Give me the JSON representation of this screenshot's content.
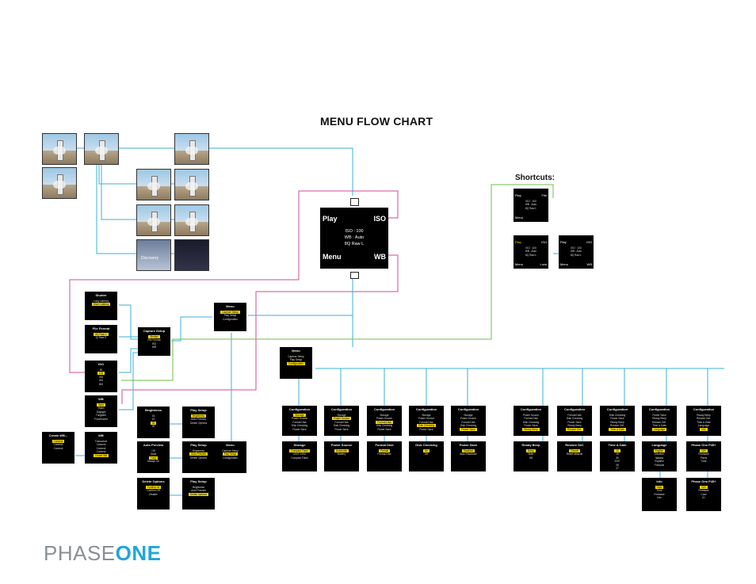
{
  "title": "MENU FLOW CHART",
  "shortcuts_title": "Shortcuts:",
  "logo": {
    "part1": "PHASE",
    "part2": "ONE"
  },
  "main_screen": {
    "top_left": "Play",
    "top_right": "ISO",
    "bottom_left": "Menu",
    "bottom_right": "WB",
    "lines": [
      "ISO : 100",
      "WB : Auto",
      "8Q Raw L"
    ]
  },
  "photo_screens": {
    "flag_caption": "Discovery"
  },
  "left_menus": {
    "shutter": {
      "title": "Shutter",
      "items": [
        "Long Latency",
        "Short Latency"
      ]
    },
    "file_format": {
      "title": "File Format",
      "items": [
        "8Q Raw L",
        "IQ Raw S"
      ]
    },
    "iso": {
      "title": "ISO",
      "items": [
        "50",
        "100",
        "200",
        "400",
        "800"
      ]
    },
    "wb": {
      "title": "WB",
      "items": [
        "Auto",
        "Flash",
        "Daylight",
        "Tungsten",
        "Fluorescent"
      ]
    },
    "capture_setup": {
      "title": "Capture Setup",
      "items": [
        "Shutter",
        "File Format",
        "ISO",
        "WB"
      ]
    },
    "menu_top": {
      "title": "Menu",
      "items": [
        "Capture Setup",
        "Play Setup",
        "Configuration"
      ]
    },
    "create_wb": {
      "title": "Create WB...",
      "items": [
        "Connect",
        "Connect",
        "Connect"
      ]
    },
    "wb2": {
      "title": "WB",
      "items": [
        "Transceive",
        "Connect",
        "Connect",
        "Connect",
        "Create WB"
      ]
    }
  },
  "play_menus": {
    "brightness": {
      "title": "Brightness",
      "items": [
        "15",
        "10",
        "05",
        "00"
      ]
    },
    "play_setup_1": {
      "title": "Play Setup",
      "items": [
        "Brightness",
        "Auto Preview",
        "Delete Options"
      ]
    },
    "auto_preview": {
      "title": "Auto Preview",
      "items": [
        "Off",
        "Short",
        "Long",
        "Always On"
      ]
    },
    "play_setup_2": {
      "title": "Play Setup",
      "items": [
        "Brightness",
        "Auto Preview",
        "Delete Options"
      ]
    },
    "delete_options": {
      "title": "Delete Options",
      "items": [
        "Confirm All",
        "Confirm Off",
        "Disable"
      ]
    },
    "play_setup_3": {
      "title": "Play Setup",
      "items": [
        "Brightness",
        "Auto Preview",
        "Delete Options"
      ]
    },
    "menu_mid": {
      "title": "Menu",
      "items": [
        "Capture Setup",
        "Play Setup",
        "Configuration"
      ]
    }
  },
  "menu_center": {
    "title": "Menu",
    "items": [
      "Capture Setup",
      "Play Setup",
      "Configuration"
    ]
  },
  "configuration": [
    {
      "title": "Configuration",
      "items": [
        "Storage",
        "Power Source",
        "Format Disk",
        "Disk Checking",
        "Power Save"
      ]
    },
    {
      "title": "Configuration",
      "items": [
        "Storage",
        "Power Source",
        "Format Disk",
        "Disk Checking",
        "Power Save"
      ]
    },
    {
      "title": "Configuration",
      "items": [
        "Storage",
        "Power Source",
        "Format Disk",
        "Disk Checking",
        "Power Save"
      ]
    },
    {
      "title": "Configuration",
      "items": [
        "Storage",
        "Power Source",
        "Format Disk",
        "Disk Checking",
        "Power Save"
      ]
    },
    {
      "title": "Configuration",
      "items": [
        "Storage",
        "Power Source",
        "Format Disk",
        "Disk Checking",
        "Power Save"
      ]
    },
    {
      "title": "Configuration",
      "items": [
        "Power Source",
        "Format Disk",
        "Disk Checking",
        "Power Save",
        "Ready Beep"
      ]
    },
    {
      "title": "Configuration",
      "items": [
        "Format Disk",
        "Disk Checking",
        "Power Save",
        "Ready Beep",
        "Restore Def."
      ]
    },
    {
      "title": "Configuration",
      "items": [
        "Disk Checking",
        "Power Save",
        "Ready Beep",
        "Restore Def.",
        "Time & Date"
      ]
    },
    {
      "title": "Configuration",
      "items": [
        "Power Save",
        "Ready Beep",
        "Restore Def.",
        "Time & Date",
        "Language"
      ]
    },
    {
      "title": "Configuration",
      "items": [
        "Ready Beep",
        "Restore Def.",
        "Time & Date",
        "Language",
        "Info"
      ]
    }
  ],
  "config_sub": [
    {
      "title": "Storage",
      "items": [
        "Compact Flash",
        "IEEE 1394",
        "Compact Flash"
      ]
    },
    {
      "title": "Power Source",
      "items": [
        "Automatic",
        "Battery"
      ]
    },
    {
      "title": "Format Disk",
      "items": [
        "Format",
        "Format Disk"
      ]
    },
    {
      "title": "Disk Checking",
      "items": [
        "On",
        "Off"
      ]
    },
    {
      "title": "Power Save",
      "items": [
        "Disabled",
        "Auto Shutdown"
      ]
    },
    {
      "title": "Ready Beep",
      "items": [
        "Beep",
        "Both",
        "Off"
      ]
    },
    {
      "title": "Restore Def.",
      "items": [
        "Cancel",
        "Reset defaults"
      ]
    },
    {
      "title": "Time & Date",
      "items": [
        "12",
        "16",
        "30",
        "2007",
        "08",
        "27"
      ]
    },
    {
      "title": "Language",
      "items": [
        "English",
        "Deutsch",
        "Italiano",
        "Español",
        "Français"
      ]
    },
    {
      "title": "Phase One P45+",
      "items": [
        "S/N",
        "Firmware",
        "Pixels",
        "Total"
      ]
    }
  ],
  "config_sub2": [
    {
      "title": "Info",
      "items": [
        "Date",
        "Time",
        "Firmware",
        "Info"
      ]
    },
    {
      "title": "Phase One P45+",
      "items": [
        "S/N",
        "Firmware",
        "Card",
        "ID"
      ]
    }
  ],
  "shortcuts": [
    {
      "tl": "Play",
      "tr": "File",
      "bl": "Menu",
      "br": "",
      "lines": [
        "ISO : 100",
        "WB : Auto",
        "8Q Raw L"
      ]
    },
    {
      "tl": "Play",
      "tr": "ISO",
      "bl": "Menu",
      "br": "Lock",
      "lines": [
        "ISO : 100",
        "WB : Auto",
        "8Q Raw L"
      ]
    },
    {
      "tl": "Play",
      "tr": "ISO",
      "bl": "Menu",
      "br": "WB",
      "lines": [
        "ISO : 100",
        "WB : Auto",
        "8Q Raw L"
      ]
    }
  ],
  "colors": {
    "blue_line": "#3bb2d9",
    "pink_line": "#cf4b9a",
    "green_line": "#6cbf4b",
    "highlight": "#f2d400",
    "logo_blue": "#20a6d8",
    "logo_gray": "#8a8f96"
  }
}
